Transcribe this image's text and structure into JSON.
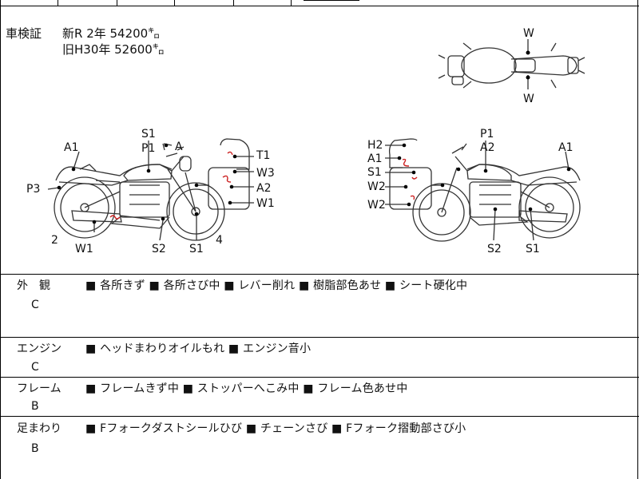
{
  "registration": {
    "label": "車検証",
    "new_line": "新R 2年 54200㌔",
    "old_line": "旧H30年 52600㌔"
  },
  "top_view": {
    "labels": {
      "front": "W",
      "rear": "W"
    }
  },
  "left_side": {
    "labels": {
      "s1_top": "S1",
      "a_top": "A",
      "a1": "A1",
      "p1": "P1",
      "t1": "T1",
      "w3": "W3",
      "a2": "A2",
      "w1_right": "W1",
      "p3": "P3",
      "num2": "2",
      "w1_bottom": "W1",
      "s2": "S2",
      "s1_bottom": "S1",
      "num4": "4"
    }
  },
  "right_side": {
    "labels": {
      "p1": "P1",
      "h2": "H2",
      "a2": "A2",
      "a1_far": "A1",
      "a1_left": "A1",
      "s1_left": "S1",
      "w2_a": "W2",
      "w2_b": "W2",
      "s2": "S2",
      "s1_bottom": "S1"
    }
  },
  "sections": [
    {
      "title": "外　観",
      "grade": "C",
      "notes": "■ 各所きず ■ 各所さび中 ■ レバー削れ ■ 樹脂部色あせ ■ シート硬化中"
    },
    {
      "title": "エンジン",
      "grade": "C",
      "notes": "■ ヘッドまわりオイルもれ ■ エンジン音小"
    },
    {
      "title": "フレーム",
      "grade": "B",
      "notes": "■ フレームきず中 ■ ストッパーへこみ中 ■ フレーム色あせ中"
    },
    {
      "title": "足まわり",
      "grade": "B",
      "notes": "■ Fフォークダストシールひび ■ チェーンさび ■ Fフォーク摺動部さび小"
    }
  ],
  "colors": {
    "line": "#000000",
    "sketch": "#333333",
    "damage_mark": "#cc2222"
  }
}
